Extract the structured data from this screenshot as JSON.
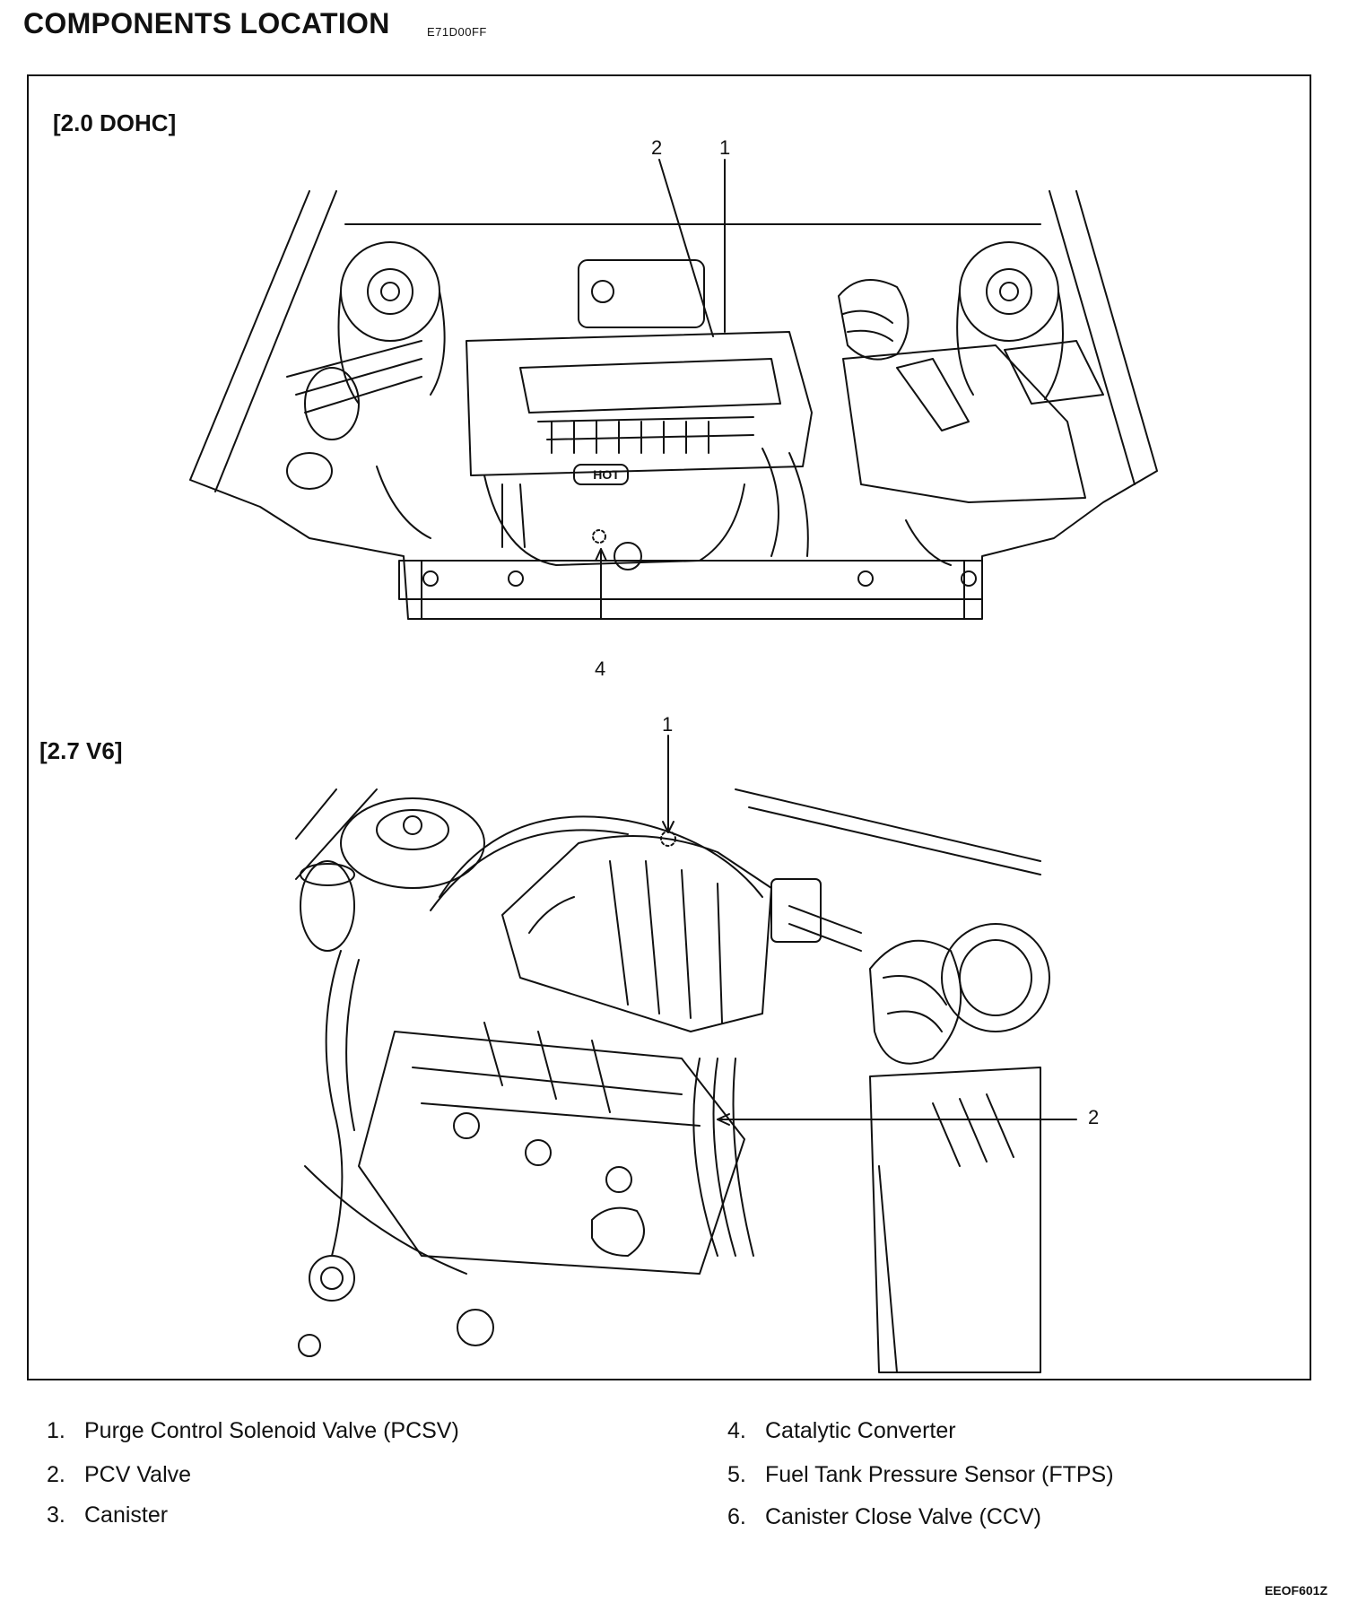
{
  "header": {
    "title": "COMPONENTS LOCATION",
    "code": "E71D00FF"
  },
  "figure": {
    "dohc": {
      "label": "[2.0 DOHC]",
      "callouts": [
        "1",
        "2",
        "4"
      ]
    },
    "v6": {
      "label": "[2.7 V6]",
      "callouts": [
        "1",
        "2"
      ]
    },
    "hot_mark": "HOT"
  },
  "legend": {
    "items": [
      {
        "num": "1.",
        "label": "Purge Control Solenoid Valve (PCSV)"
      },
      {
        "num": "2.",
        "label": "PCV Valve"
      },
      {
        "num": "3.",
        "label": "Canister"
      },
      {
        "num": "4.",
        "label": "Catalytic Converter"
      },
      {
        "num": "5.",
        "label": "Fuel Tank Pressure Sensor (FTPS)"
      },
      {
        "num": "6.",
        "label": "Canister Close Valve (CCV)"
      }
    ]
  },
  "footer": {
    "code": "EEOF601Z"
  }
}
